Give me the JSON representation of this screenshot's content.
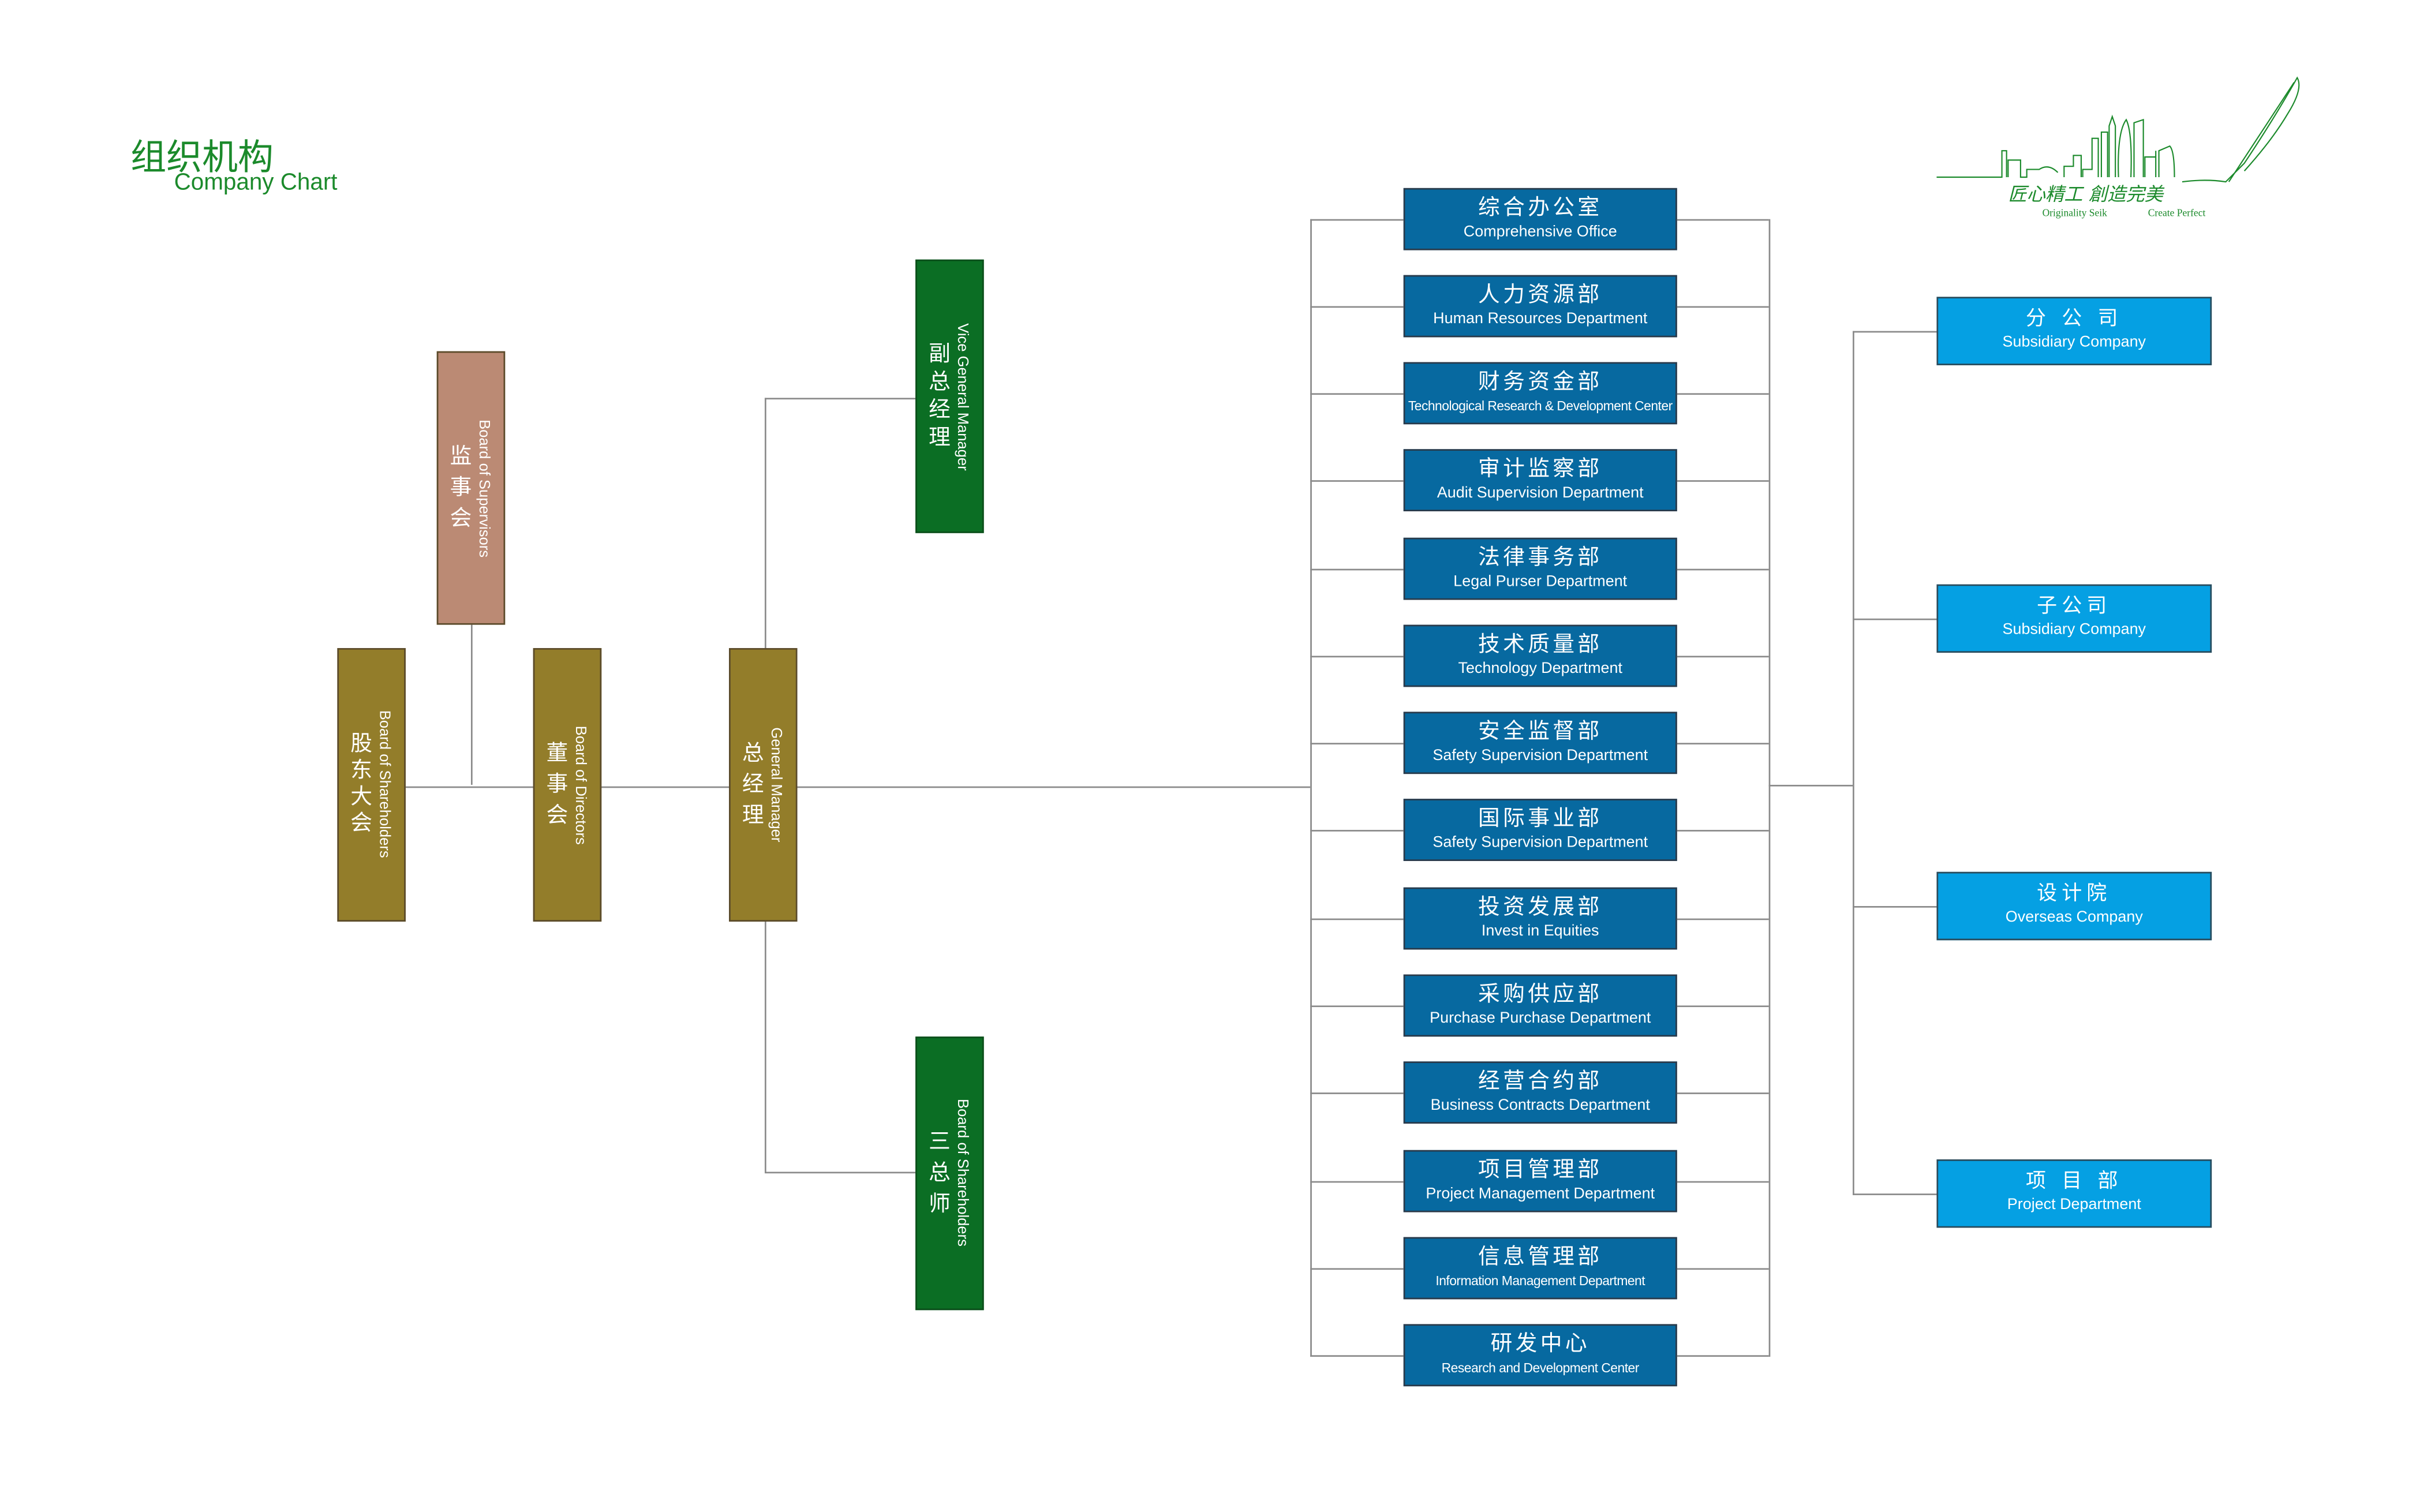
{
  "header": {
    "title_cn": "组织机构",
    "title_en": "Company Chart"
  },
  "logo": {
    "slogan_cn": "匠心精工 創造完美",
    "slogan_en_1": "Originality Seik",
    "slogan_en_2": "Create Perfect",
    "color": "#1b8a2b"
  },
  "colors": {
    "board": "#937d2a",
    "supervisors": "#bb8a74",
    "executive": "#0b6e24",
    "department": "#0769a0",
    "subsidiary": "#05a0e3",
    "title": "#1b8a2b"
  },
  "governance": {
    "shareholders": {
      "cn": [
        "股",
        "东",
        "大",
        "会"
      ],
      "en": "Board of Shareholders"
    },
    "supervisors": {
      "cn": [
        "监",
        "事",
        "会"
      ],
      "en": "Board of Supervisors"
    },
    "directors": {
      "cn": [
        "董",
        "事",
        "会"
      ],
      "en": "Board of Directors"
    },
    "general_manager": {
      "cn": [
        "总",
        "经",
        "理"
      ],
      "en": "General Manager"
    },
    "vice_general_manager": {
      "cn": [
        "副",
        "总",
        "经",
        "理"
      ],
      "en": "Vice General Manager"
    },
    "three_chiefs": {
      "cn": [
        "三",
        "总",
        "师"
      ],
      "en": "Board of Shareholders"
    }
  },
  "departments": [
    {
      "cn": "综合办公室",
      "en": "Comprehensive Office"
    },
    {
      "cn": "人力资源部",
      "en": "Human Resources Department"
    },
    {
      "cn": "财务资金部",
      "en": "Technological Research & Development Center"
    },
    {
      "cn": "审计监察部",
      "en": "Audit Supervision Department"
    },
    {
      "cn": "法律事务部",
      "en": "Legal Purser Department"
    },
    {
      "cn": "技术质量部",
      "en": "Technology Department"
    },
    {
      "cn": "安全监督部",
      "en": "Safety Supervision Department"
    },
    {
      "cn": "国际事业部",
      "en": "Safety Supervision Department"
    },
    {
      "cn": "投资发展部",
      "en": "Invest in Equities"
    },
    {
      "cn": "采购供应部",
      "en": "Purchase Purchase Department"
    },
    {
      "cn": "经营合约部",
      "en": "Business Contracts Department"
    },
    {
      "cn": "项目管理部",
      "en": "Project Management Department"
    },
    {
      "cn": "信息管理部",
      "en": "Information Management Department"
    },
    {
      "cn": "研发中心",
      "en": "Research and Development Center"
    }
  ],
  "subsidiaries": [
    {
      "cn": "分 公 司",
      "en": "Subsidiary Company"
    },
    {
      "cn": "子公司",
      "en": "Subsidiary Company"
    },
    {
      "cn": "设计院",
      "en": "Overseas Company"
    },
    {
      "cn": "项 目 部",
      "en": "Project Department"
    }
  ]
}
